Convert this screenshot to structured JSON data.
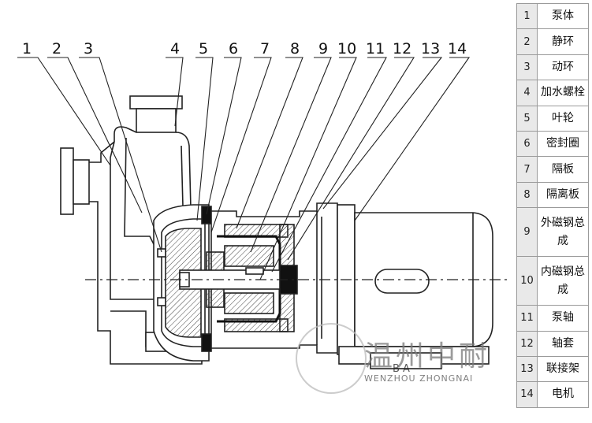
{
  "callouts": [
    "1",
    "2",
    "3",
    "4",
    "5",
    "6",
    "7",
    "8",
    "9",
    "10",
    "11",
    "12",
    "13",
    "14"
  ],
  "legend": [
    {
      "num": "1",
      "name": "泵体"
    },
    {
      "num": "2",
      "name": "静环"
    },
    {
      "num": "3",
      "name": "动环"
    },
    {
      "num": "4",
      "name": "加水螺栓"
    },
    {
      "num": "5",
      "name": "叶轮"
    },
    {
      "num": "6",
      "name": "密封圈"
    },
    {
      "num": "7",
      "name": "隔板"
    },
    {
      "num": "8",
      "name": "隔离板"
    },
    {
      "num": "9",
      "name": "外磁钢总成"
    },
    {
      "num": "10",
      "name": "内磁钢总成"
    },
    {
      "num": "11",
      "name": "泵轴"
    },
    {
      "num": "12",
      "name": "轴套"
    },
    {
      "num": "13",
      "name": "联接架"
    },
    {
      "num": "14",
      "name": "电机"
    }
  ],
  "watermark": {
    "chinese": "温州中耐",
    "pinyin": "WENZHOU ZHONGNAI",
    "plate": "B A"
  },
  "colors": {
    "line": "#222222",
    "hatch": "#444444",
    "dark": "#111111"
  }
}
